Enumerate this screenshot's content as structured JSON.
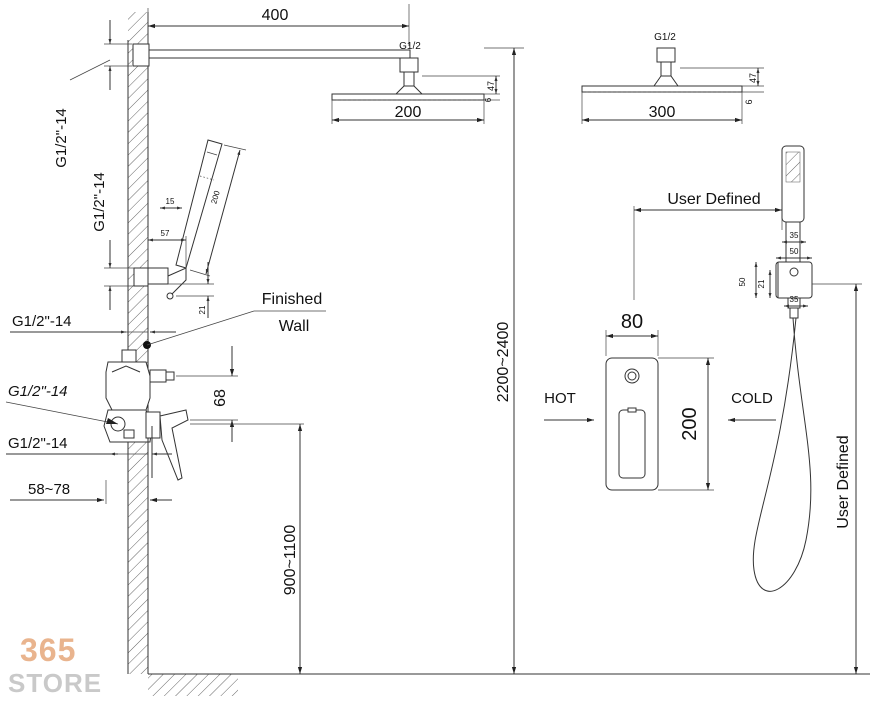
{
  "left_view": {
    "dim_arm_length": "400",
    "arm_thread": "G1/2",
    "head_depth": "47",
    "head_thickness": "6",
    "head_width": "200",
    "wall_thread_top": "G1/2\"-14",
    "wall_thread_handheld": "G1/2\"-14",
    "handheld_offset": "15",
    "handheld_length": "200",
    "holder_projection": "57",
    "holder_height": "21",
    "finished_wall_line1": "Finished",
    "finished_wall_line2": "Wall",
    "valve_thread_1": "G1/2\"-14",
    "valve_thread_2": "G1/2\"-14",
    "valve_thread_3": "G1/2\"-14",
    "valve_spacing": "68",
    "wall_depth": "58~78",
    "valve_height": "900~1100",
    "head_height": "2200~2400"
  },
  "right_view": {
    "head_thread": "G1/2",
    "head_depth": "47",
    "head_thickness": "6",
    "head_width": "300",
    "user_defined_horizontal": "User Defined",
    "bracket_width_1": "35",
    "bracket_width_2": "50",
    "bracket_height_1": "50",
    "bracket_height_2": "21",
    "bracket_width_3": "35",
    "plate_width": "80",
    "plate_height": "200",
    "hot_label": "HOT",
    "cold_label": "COLD",
    "user_defined_vertical": "User Defined"
  },
  "watermark": {
    "number": "365",
    "brand": "STORE",
    "number_color": "#e9b48e",
    "brand_color": "#c9c9c9"
  }
}
